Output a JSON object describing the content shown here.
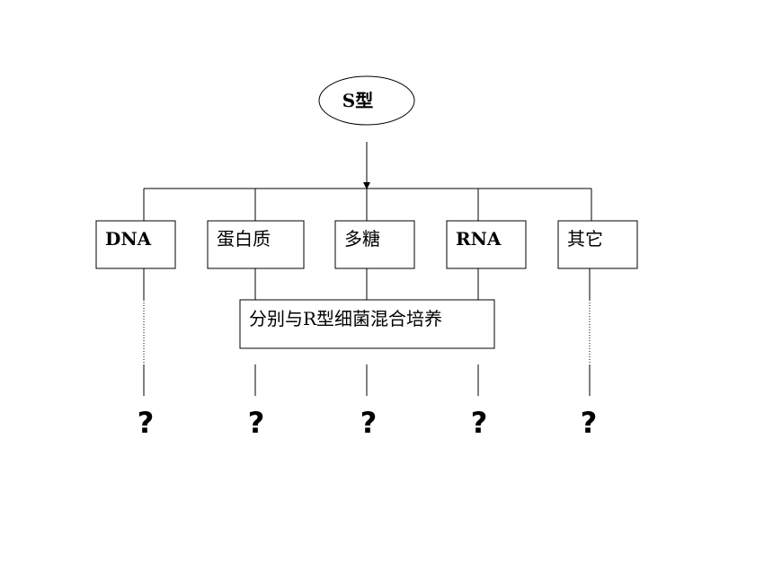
{
  "root": {
    "label": "S型"
  },
  "components": [
    {
      "label": "DNA",
      "bold": true
    },
    {
      "label": "蛋白质",
      "bold": false
    },
    {
      "label": "多糖",
      "bold": false
    },
    {
      "label": "RNA",
      "bold": true
    },
    {
      "label": "其它",
      "bold": false
    }
  ],
  "culture_box": {
    "label": "分别与R型细菌混合培养"
  },
  "results": [
    "?",
    "?",
    "?",
    "?",
    "?"
  ]
}
